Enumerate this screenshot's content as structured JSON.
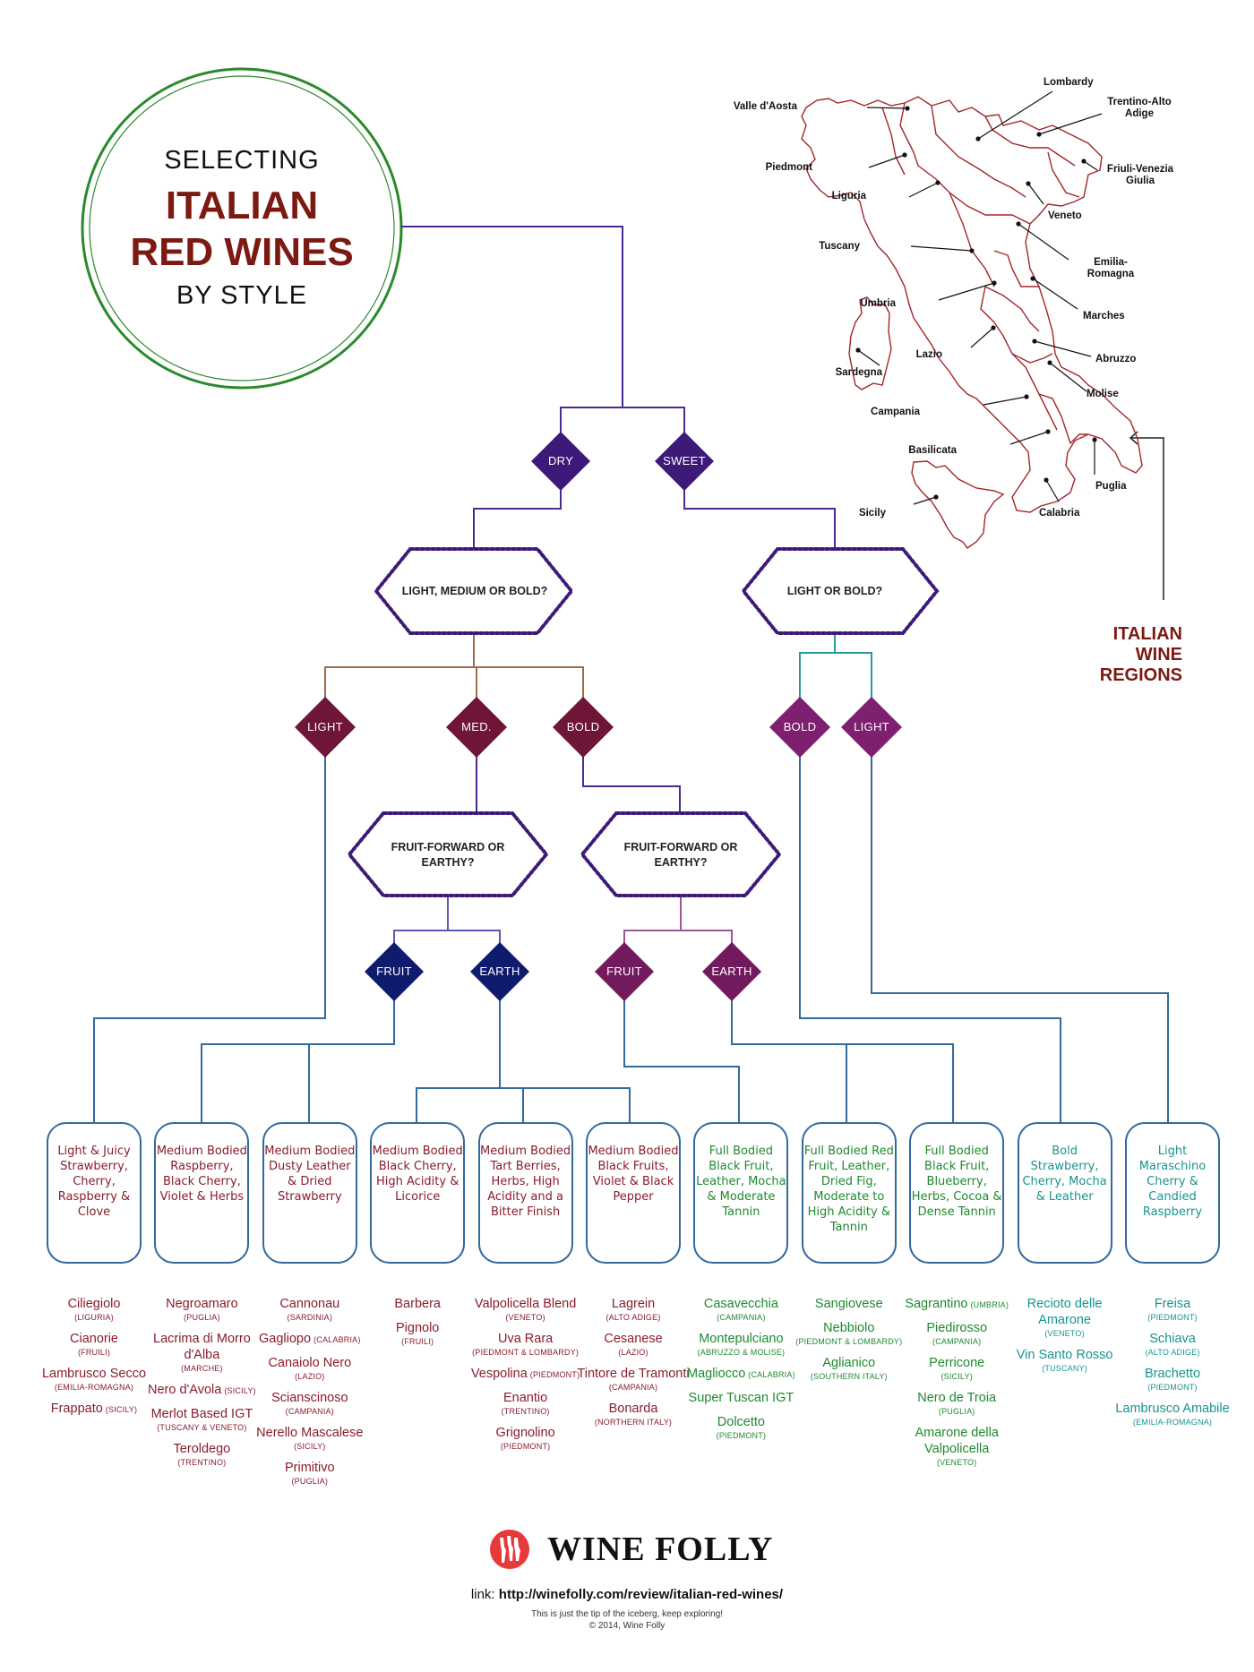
{
  "title": {
    "line1": "SELECTING",
    "line2": "ITALIAN",
    "line3": "RED WINES",
    "line4": "BY STYLE"
  },
  "colors": {
    "title_red": "#7b1a12",
    "circle_green": "#2a8a2a",
    "purple_dark": "#3d1a78",
    "maroon": "#6e1538",
    "magenta": "#7e1f70",
    "navy": "#0f1c6e",
    "plum": "#721a5e",
    "box_border": "#336a9e",
    "text_red": "#8a1c2c",
    "text_green": "#1e8a2e",
    "text_teal": "#17948f",
    "map_red": "#a3262a"
  },
  "decisions": {
    "dry": "DRY",
    "sweet": "SWEET",
    "q_dry": "LIGHT, MEDIUM OR BOLD?",
    "q_sweet": "LIGHT OR BOLD?",
    "dry_light": "LIGHT",
    "dry_med": "MED.",
    "dry_bold": "BOLD",
    "sweet_bold": "BOLD",
    "sweet_light": "LIGHT",
    "q_med": "FRUIT-FORWARD OR EARTHY?",
    "q_bold": "FRUIT-FORWARD OR EARTHY?",
    "med_fruit": "FRUIT",
    "med_earth": "EARTH",
    "bold_fruit": "FRUIT",
    "bold_earth": "EARTH"
  },
  "styles": [
    {
      "desc": "Light & Juicy Strawberry, Cherry, Raspberry & Clove",
      "color": "#8a1c2c",
      "wines": [
        {
          "name": "Ciliegiolo",
          "region": "(LIGURIA)"
        },
        {
          "name": "Cianorie",
          "region": "(FRUILI)"
        },
        {
          "name": "Lambrusco Secco",
          "region": "(EMILIA-ROMAGNA)"
        },
        {
          "name": "Frappato",
          "region": "(SICILY)",
          "inline": true
        }
      ]
    },
    {
      "desc": "Medium Bodied Raspberry, Black Cherry, Violet & Herbs",
      "color": "#8a1c2c",
      "wines": [
        {
          "name": "Negroamaro",
          "region": "(PUGLIA)"
        },
        {
          "name": "Lacrima di Morro d'Alba",
          "region": "(MARCHE)"
        },
        {
          "name": "Nero d'Avola",
          "region": "(SICILY)",
          "inline": true
        },
        {
          "name": "Merlot Based IGT",
          "region": "(TUSCANY & VENETO)"
        },
        {
          "name": "Teroldego",
          "region": "(TRENTINO)"
        }
      ]
    },
    {
      "desc": "Medium Bodied Dusty Leather & Dried Strawberry",
      "color": "#8a1c2c",
      "wines": [
        {
          "name": "Cannonau",
          "region": "(SARDINIA)"
        },
        {
          "name": "Gagliopo",
          "region": "(CALABRIA)",
          "inline": true
        },
        {
          "name": "Canaiolo Nero",
          "region": "(LAZIO)"
        },
        {
          "name": "Scianscinoso",
          "region": "(CAMPANIA)"
        },
        {
          "name": "Nerello Mascalese",
          "region": "(SICILY)"
        },
        {
          "name": "Primitivo",
          "region": "(PUGLIA)"
        }
      ]
    },
    {
      "desc": "Medium Bodied Black Cherry, High Acidity & Licorice",
      "color": "#8a1c2c",
      "wines": [
        {
          "name": "Barbera",
          "region": ""
        },
        {
          "name": "Pignolo",
          "region": "(FRUILI)"
        }
      ]
    },
    {
      "desc": "Medium Bodied Tart Berries, Herbs, High Acidity and a Bitter Finish",
      "color": "#8a1c2c",
      "wines": [
        {
          "name": "Valpolicella Blend",
          "region": "(VENETO)"
        },
        {
          "name": "Uva Rara",
          "region": "(PIEDMONT & LOMBARDY)"
        },
        {
          "name": "Vespolina",
          "region": "(PIEDMONT)",
          "inline": true
        },
        {
          "name": "Enantio",
          "region": "(TRENTINO)"
        },
        {
          "name": "Grignolino",
          "region": "(PIEDMONT)"
        }
      ]
    },
    {
      "desc": "Medium Bodied Black Fruits, Violet & Black Pepper",
      "color": "#8a1c2c",
      "wines": [
        {
          "name": "Lagrein",
          "region": "(ALTO ADIGE)"
        },
        {
          "name": "Cesanese",
          "region": "(LAZIO)"
        },
        {
          "name": "Tintore de Tramonti",
          "region": "(CAMPANIA)"
        },
        {
          "name": "Bonarda",
          "region": "(NORTHERN ITALY)"
        }
      ]
    },
    {
      "desc": "Full Bodied Black Fruit, Leather, Mocha & Moderate Tannin",
      "color": "#1e8a2e",
      "wines": [
        {
          "name": "Casavecchia",
          "region": "(CAMPANIA)"
        },
        {
          "name": "Montepulciano",
          "region": "(ABRUZZO & MOLISE)"
        },
        {
          "name": "Magliocco",
          "region": "(CALABRIA)",
          "inline": true
        },
        {
          "name": "Super Tuscan IGT",
          "region": ""
        },
        {
          "name": "Dolcetto",
          "region": "(PIEDMONT)"
        }
      ]
    },
    {
      "desc": "Full Bodied Red Fruit, Leather, Dried Fig, Moderate to High Acidity & Tannin",
      "color": "#1e8a2e",
      "wines": [
        {
          "name": "Sangiovese",
          "region": ""
        },
        {
          "name": "Nebbiolo",
          "region": "(PIEDMONT & LOMBARDY)"
        },
        {
          "name": "Aglianico",
          "region": "(SOUTHERN ITALY)"
        }
      ]
    },
    {
      "desc": "Full Bodied Black Fruit, Blueberry, Herbs, Cocoa & Dense Tannin",
      "color": "#1e8a2e",
      "wines": [
        {
          "name": "Sagrantino",
          "region": "(UMBRIA)",
          "inline": true
        },
        {
          "name": "Piedirosso",
          "region": "(CAMPANIA)"
        },
        {
          "name": "Perricone",
          "region": "(SICILY)"
        },
        {
          "name": "Nero de Troia",
          "region": "(PUGLIA)"
        },
        {
          "name": "Amarone della Valpolicella",
          "region": "(VENETO)"
        }
      ]
    },
    {
      "desc": "Bold Strawberry, Cherry, Mocha & Leather",
      "color": "#17948f",
      "wines": [
        {
          "name": "Recioto delle Amarone",
          "region": "(VENETO)"
        },
        {
          "name": "Vin Santo Rosso",
          "region": "(TUSCANY)"
        }
      ]
    },
    {
      "desc": "Light Maraschino Cherry & Candied Raspberry",
      "color": "#17948f",
      "wines": [
        {
          "name": "Freisa",
          "region": "(PIEDMONT)"
        },
        {
          "name": "Schiava",
          "region": "(ALTO ADIGE)"
        },
        {
          "name": "Brachetto",
          "region": "(PIEDMONT)"
        },
        {
          "name": "Lambrusco Amabile",
          "region": "(EMILIA-ROMAGNA)"
        }
      ]
    }
  ],
  "map": {
    "title": "ITALIAN WINE REGIONS",
    "title_lines": [
      "ITALIAN",
      "WINE",
      "REGIONS"
    ],
    "regions": [
      "Valle d'Aosta",
      "Lombardy",
      "Trentino-Alto Adige",
      "Piedmont",
      "Friuli-Venezia Giulia",
      "Liguria",
      "Veneto",
      "Tuscany",
      "Emilia-Romagna",
      "Umbria",
      "Marches",
      "Lazio",
      "Abruzzo",
      "Sardegna",
      "Molise",
      "Campania",
      "Basilicata",
      "Puglia",
      "Sicily",
      "Calabria"
    ]
  },
  "footer": {
    "brand": "WINE FOLLY",
    "link_label": "link:",
    "link_url": "http://winefolly.com/review/italian-red-wines/",
    "tagline": "This is just the tip of the iceberg, keep exploring!",
    "copyright": "© 2014, Wine Folly"
  }
}
